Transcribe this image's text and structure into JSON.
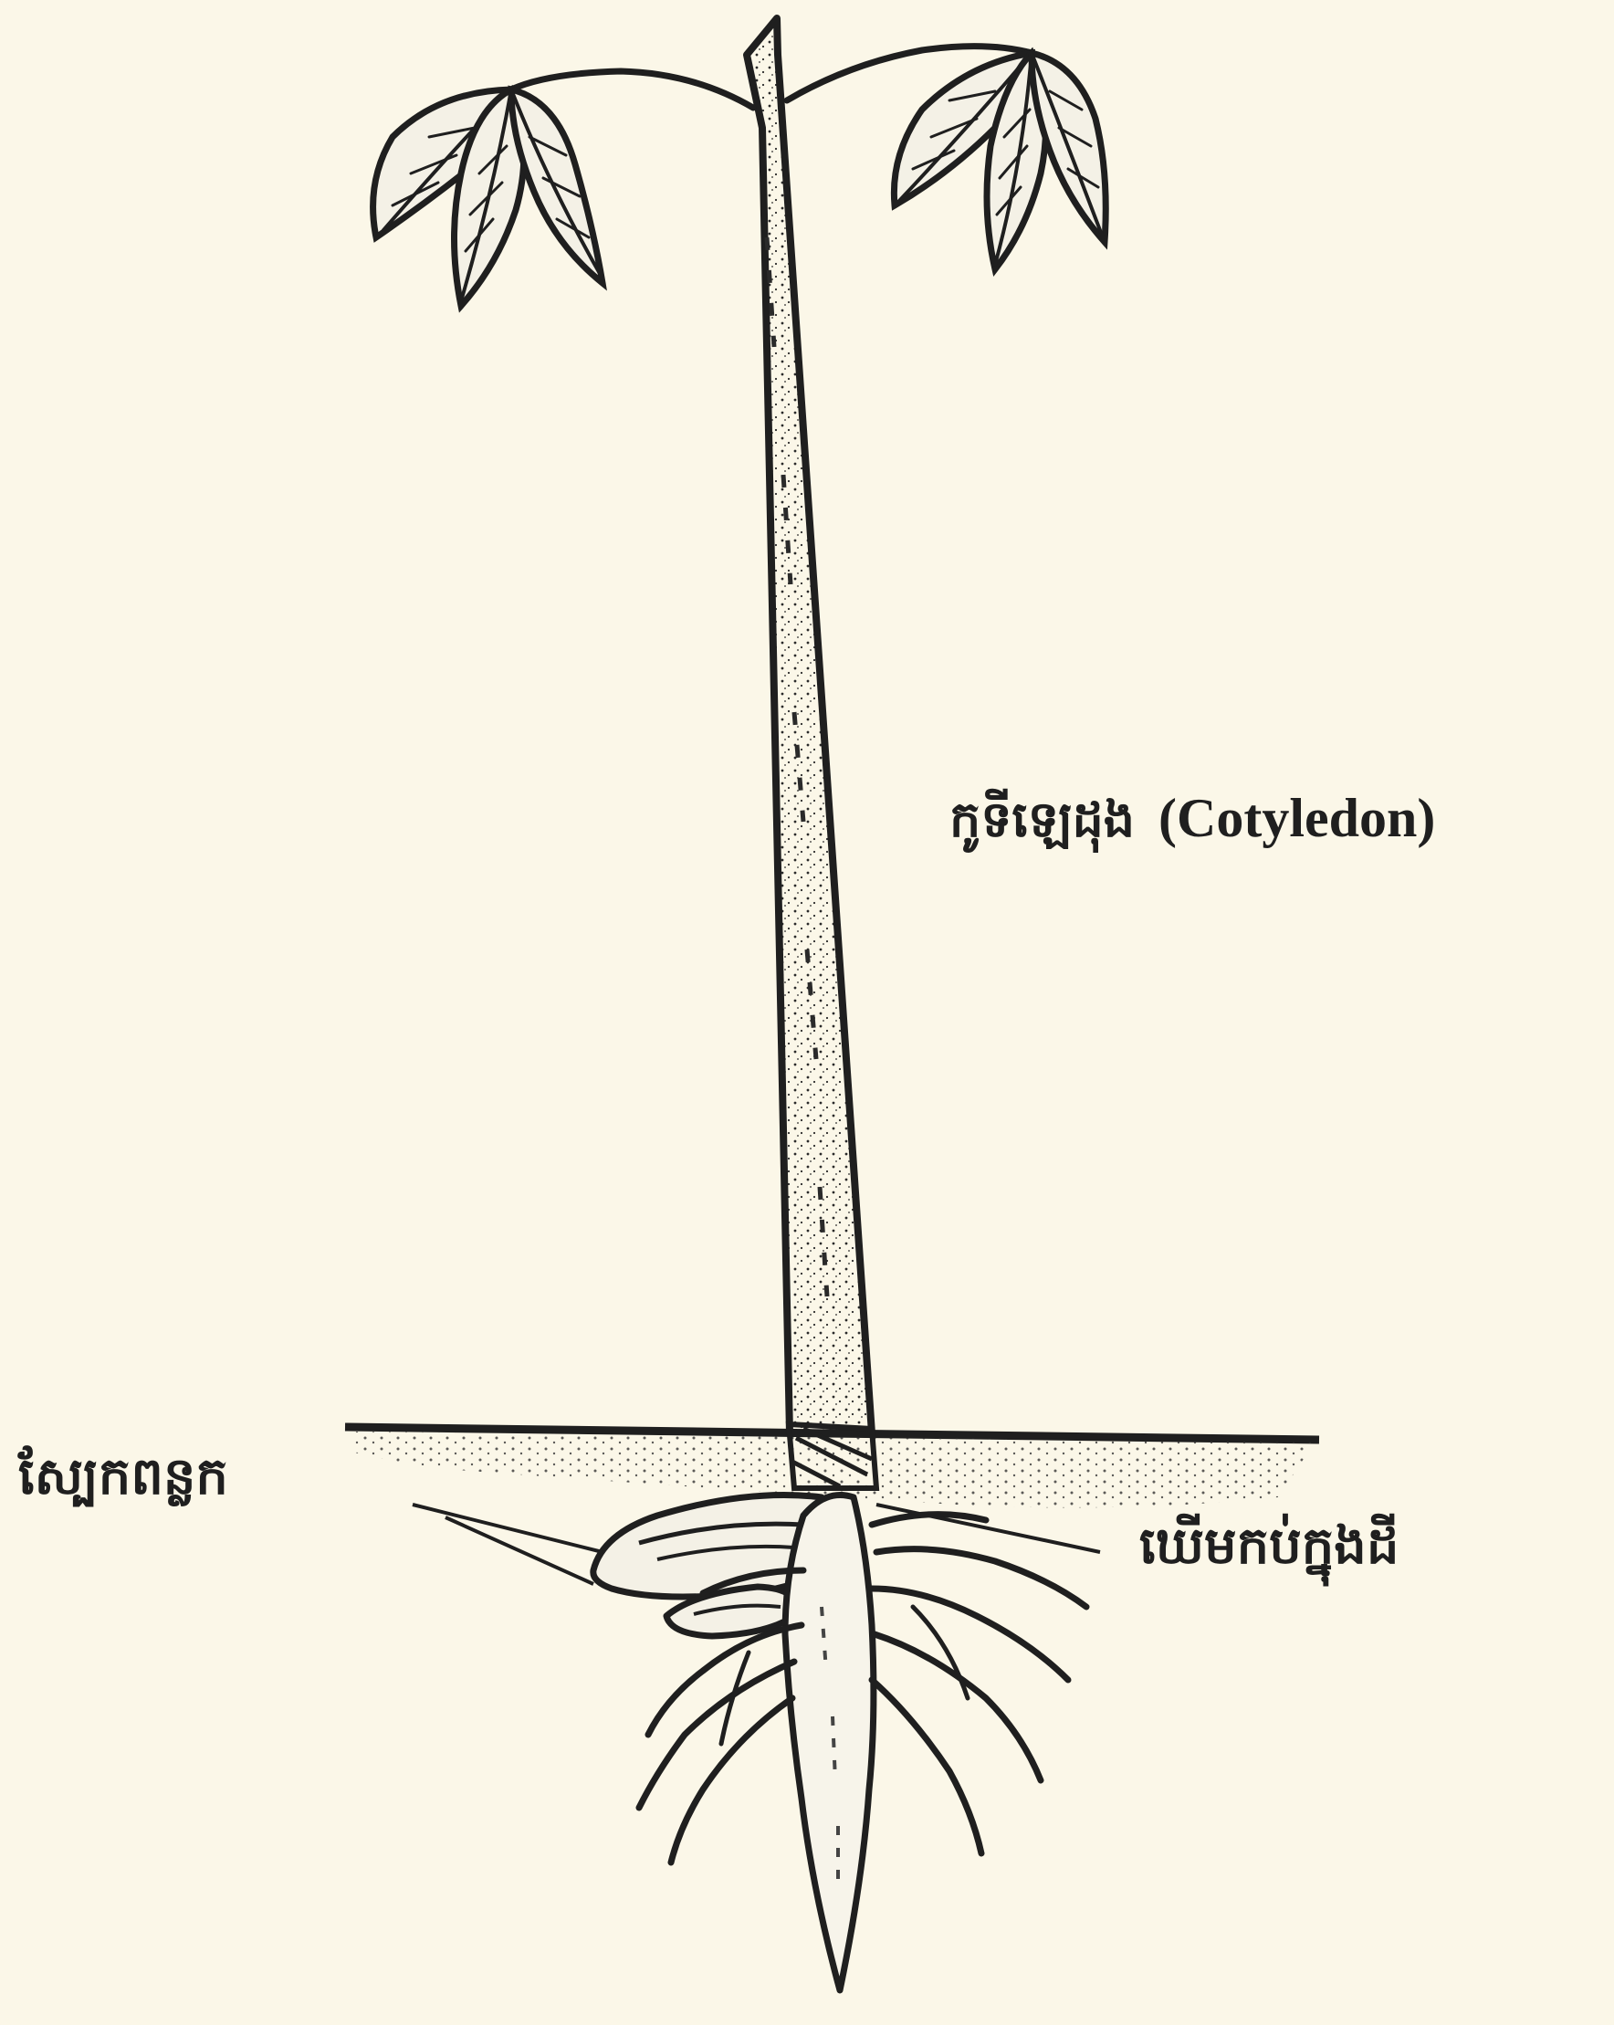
{
  "labels": {
    "cotyledon_khmer": "កូទីឡេដុង",
    "cotyledon_latin": "(Cotyledon)",
    "seed_coat": "ស្បែកពន្លក",
    "underground_stem": "ឃើមកប់ក្នុងដី"
  },
  "colors": {
    "ink": "#1f1f1f",
    "paper": "#fbf7e8"
  }
}
